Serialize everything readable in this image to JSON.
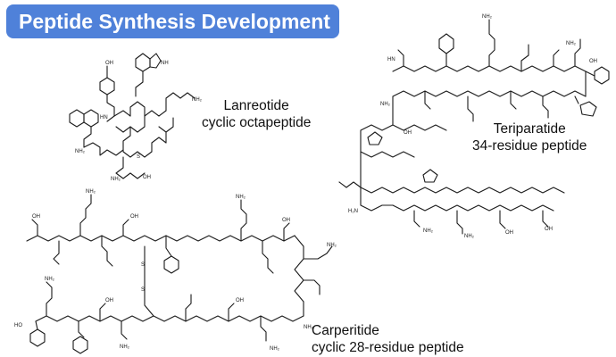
{
  "title": "Peptide Synthesis Development",
  "colors": {
    "banner_background": "#4f81d9",
    "banner_text": "#ffffff",
    "structure_ink": "#1a1a1a"
  },
  "molecules": [
    {
      "name": "Lanreotide",
      "description": "cyclic octapeptide"
    },
    {
      "name": "Teriparatide",
      "description": "34-residue peptide"
    },
    {
      "name": "Carperitide",
      "description": "cyclic 28-residue peptide"
    }
  ]
}
